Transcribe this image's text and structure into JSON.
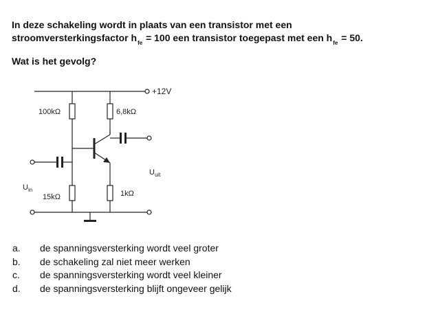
{
  "question": {
    "line1": "In deze schakeling wordt in plaats van een transistor met een",
    "line2_part1": "stroomversterkingsfactor h",
    "line2_sub1": "fe",
    "line2_part2": " = 100 een transistor toegepast met een h",
    "line2_sub2": "fe",
    "line2_part3": " = 50.",
    "prompt": "Wat is het gevolg?"
  },
  "circuit": {
    "supply_label": "+12V",
    "r1_label": "100kΩ",
    "r2_label": "6,8kΩ",
    "r3_label": "15kΩ",
    "r4_label": "1kΩ",
    "uin_main": "U",
    "uin_sub": "in",
    "uuit_main": "U",
    "uuit_sub": "uit"
  },
  "answers": [
    {
      "key": "a.",
      "text": "de spanningsversterking wordt veel groter"
    },
    {
      "key": "b.",
      "text": "de schakeling zal niet meer werken"
    },
    {
      "key": "c.",
      "text": "de spanningsversterking wordt veel kleiner"
    },
    {
      "key": "d.",
      "text": "de spanningsversterking blijft ongeveer gelijk"
    }
  ]
}
